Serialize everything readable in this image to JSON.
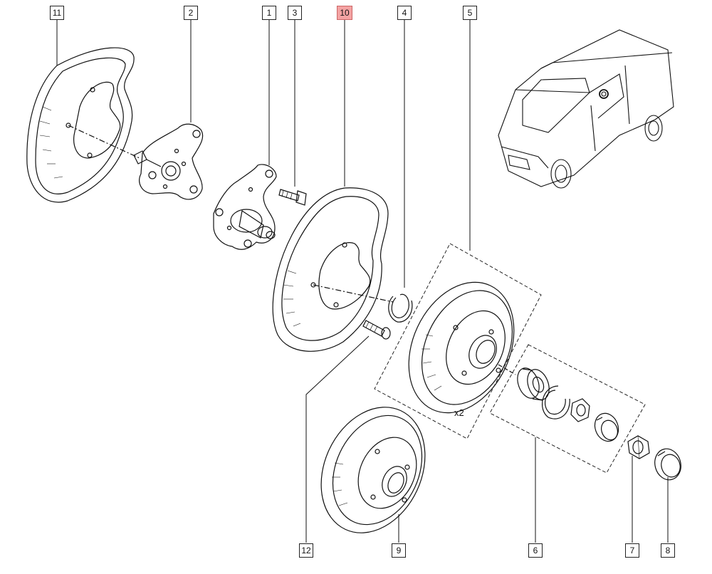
{
  "diagram": {
    "highlighted_part": "10",
    "quantity_note": "x2",
    "callouts": {
      "p1": "1",
      "p2": "2",
      "p3": "3",
      "p4": "4",
      "p5": "5",
      "p6": "6",
      "p7": "7",
      "p8": "8",
      "p9": "9",
      "p10": "10",
      "p11": "11",
      "p12": "12"
    },
    "colors": {
      "line": "#111111",
      "highlight": "#f4a3a3",
      "background": "#ffffff"
    }
  }
}
